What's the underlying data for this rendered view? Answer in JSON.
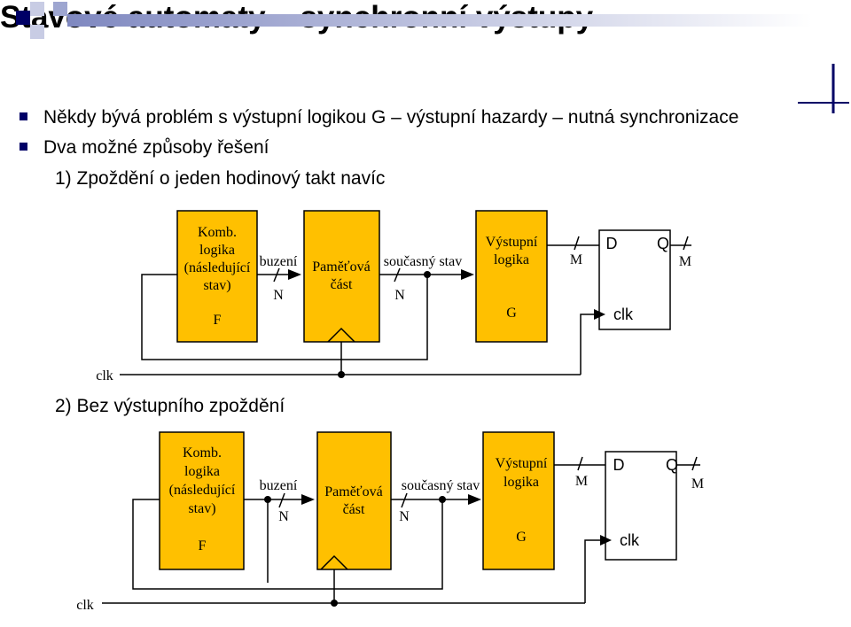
{
  "slide": {
    "title": "Stavové automaty – synchronní výstupy",
    "bullets": [
      "Někdy bývá problém s výstupní logikou G – výstupní hazardy – nutná synchronizace",
      "Dva možné způsoby řešení"
    ],
    "option1": "1) Zpoždění o jeden hodinový takt navíc",
    "option2": "2) Bez výstupního zpoždění"
  },
  "diagram1": {
    "comb_lines": [
      "Komb.",
      "logika",
      "(následující",
      "stav)"
    ],
    "comb_id": "F",
    "buzeni": "buzení",
    "n1": "N",
    "mem_lines": [
      "Paměťová",
      "část"
    ],
    "soucasny": "současný stav",
    "n2": "N",
    "out_lines": [
      "Výstupní",
      "logika"
    ],
    "out_id": "G",
    "m_in": "M",
    "ff_d": "D",
    "ff_q": "Q",
    "ff_clk": "clk",
    "m_out": "M",
    "clk": "clk"
  },
  "diagram2": {
    "comb_lines": [
      "Komb.",
      "logika",
      "(následující",
      "stav)"
    ],
    "comb_id": "F",
    "buzeni": "buzení",
    "n1": "N",
    "mem_lines": [
      "Paměťová",
      "část"
    ],
    "soucasny": "současný stav",
    "n2": "N",
    "out_lines": [
      "Výstupní",
      "logika"
    ],
    "out_id": "G",
    "m_in": "M",
    "ff_d": "D",
    "ff_q": "Q",
    "ff_clk": "clk",
    "m_out": "M",
    "clk": "clk"
  },
  "colors": {
    "block_fill": "#FFC000",
    "accent": "#000066",
    "decor_light": "#B0B8D8",
    "wire": "#000000"
  }
}
